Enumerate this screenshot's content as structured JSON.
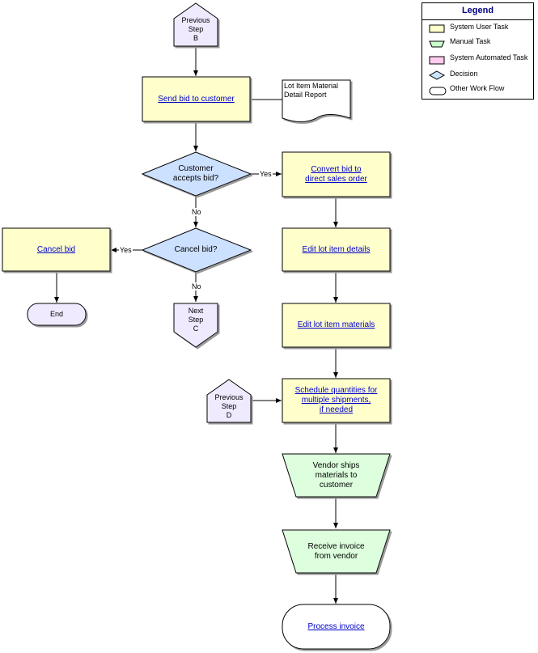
{
  "nodes": {
    "prev_b": "Previous\nStep\nB",
    "send_bid": "Send bid to customer",
    "report": "Lot Item Material\nDetail Report",
    "accepts": "Customer\naccepts bid?",
    "convert": "Convert bid to\ndirect sales order",
    "cancel_q": "Cancel bid?",
    "cancel": "Cancel bid",
    "edit_details": "Edit lot item details",
    "end": "End",
    "next_c": "Next\nStep\nC",
    "edit_materials": "Edit lot item materials",
    "prev_d": "Previous\nStep\nD",
    "schedule": "Schedule quantities for\nmultiple shipments,\nif needed",
    "vendor_ships": "Vendor ships\nmaterials to\ncustomer",
    "receive": "Receive invoice\nfrom vendor",
    "process": "Process invoice"
  },
  "edges": {
    "yes1": "Yes",
    "no1": "No",
    "yes2": "Yes",
    "no2": "No"
  },
  "legend": {
    "title": "Legend",
    "items": [
      {
        "label": "System User Task",
        "shape": "rect",
        "color": "#ffffcc"
      },
      {
        "label": "Manual Task",
        "shape": "trapezoid",
        "color": "#ccffcc"
      },
      {
        "label": "System Automated Task",
        "shape": "rect",
        "color": "#ffccee"
      },
      {
        "label": "Decision",
        "shape": "diamond",
        "color": "#cce4ff"
      },
      {
        "label": "Other Work Flow",
        "shape": "terminator",
        "color": "#ffffff"
      }
    ]
  },
  "colors": {
    "user_task": "#ffffcc",
    "manual_task": "#ddffdd",
    "automated_task": "#ffccee",
    "decision": "#cce0ff",
    "terminator": "#f0eaff",
    "offpage": "#f0eaff",
    "link": "#0000cc"
  }
}
